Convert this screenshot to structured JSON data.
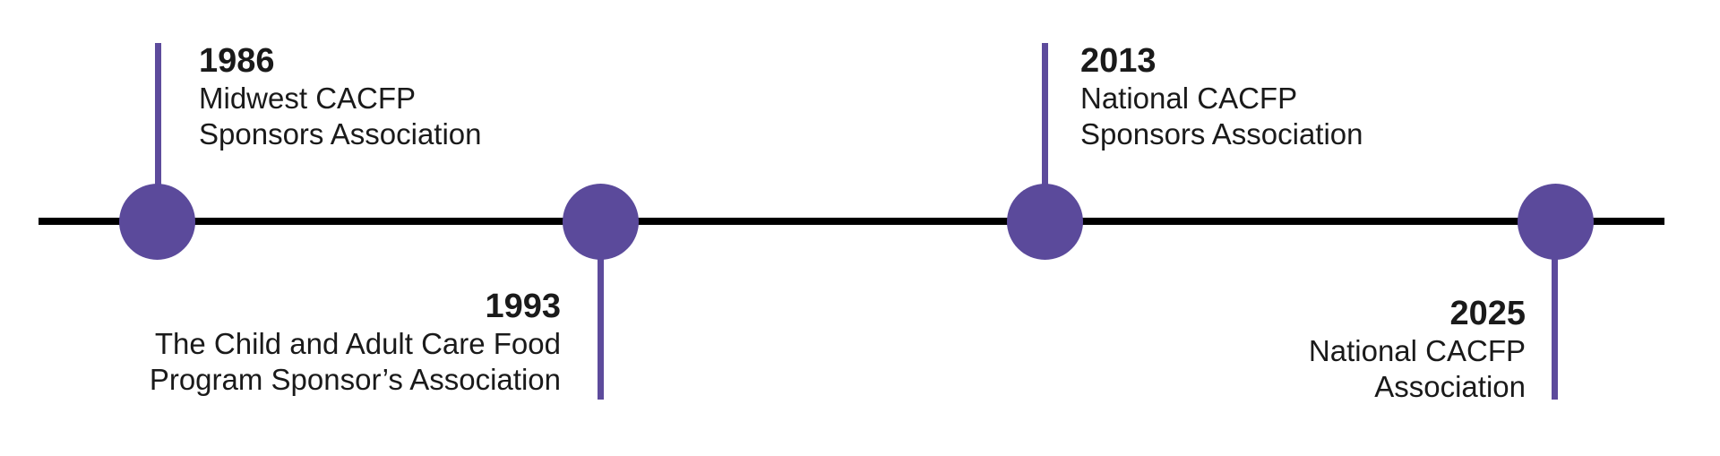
{
  "figure": {
    "type": "timeline",
    "background": "#ffffff",
    "line_color": "#000000",
    "node_color": "#5b4a9b",
    "stem_color": "#5d4b9c",
    "text_color": "#1a1a1a",
    "events": [
      {
        "year": "1986",
        "side": "above",
        "lines": [
          "Midwest CACFP",
          "Sponsors Association"
        ]
      },
      {
        "year": "1993",
        "side": "below",
        "lines": [
          "The Child and Adult Care Food",
          "Program Sponsor’s Association"
        ]
      },
      {
        "year": "2013",
        "side": "above",
        "lines": [
          "National CACFP",
          "Sponsors Association"
        ]
      },
      {
        "year": "2025",
        "side": "below",
        "lines": [
          "National CACFP",
          "Association"
        ]
      }
    ]
  }
}
